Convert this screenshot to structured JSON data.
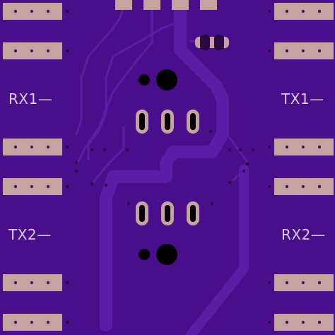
{
  "board": {
    "colors": {
      "substrate": "#4a0e8a",
      "copper": "#5a1aa3",
      "trace_edge": "#6a2bb8",
      "pad": "#c4a3a0",
      "silk": "#d6cde6",
      "hole": "#000000"
    },
    "labels": {
      "rx1": "RX1—",
      "tx1": "TX1—",
      "tx2": "TX2—",
      "rx2": "RX2—"
    }
  }
}
